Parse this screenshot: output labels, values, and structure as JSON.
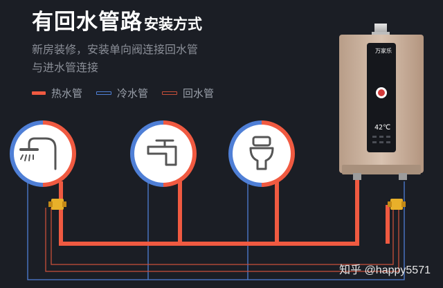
{
  "title": {
    "main": "有回水管路",
    "suffix": "安装方式"
  },
  "subtitle": {
    "line1": "新房装修，安装单向阀连接回水管",
    "line2": "与进水管连接"
  },
  "legend": [
    {
      "label": "热水管",
      "color": "#f05a41"
    },
    {
      "label": "冷水管",
      "color": "#4f7fd6"
    },
    {
      "label": "回水管",
      "color": "#c9503a"
    }
  ],
  "fixtures": [
    {
      "name": "shower",
      "icon": "shower-icon"
    },
    {
      "name": "faucet",
      "icon": "faucet-icon"
    },
    {
      "name": "toilet",
      "icon": "toilet-icon"
    }
  ],
  "heater": {
    "brand": "万家乐",
    "temperature": "42℃"
  },
  "watermark": "知乎 @happy5571",
  "colors": {
    "hot": "#f05a41",
    "cold": "#4f7fd6",
    "return": "#c9503a",
    "valve": "#e8b02a",
    "background": "#1b1e25"
  }
}
